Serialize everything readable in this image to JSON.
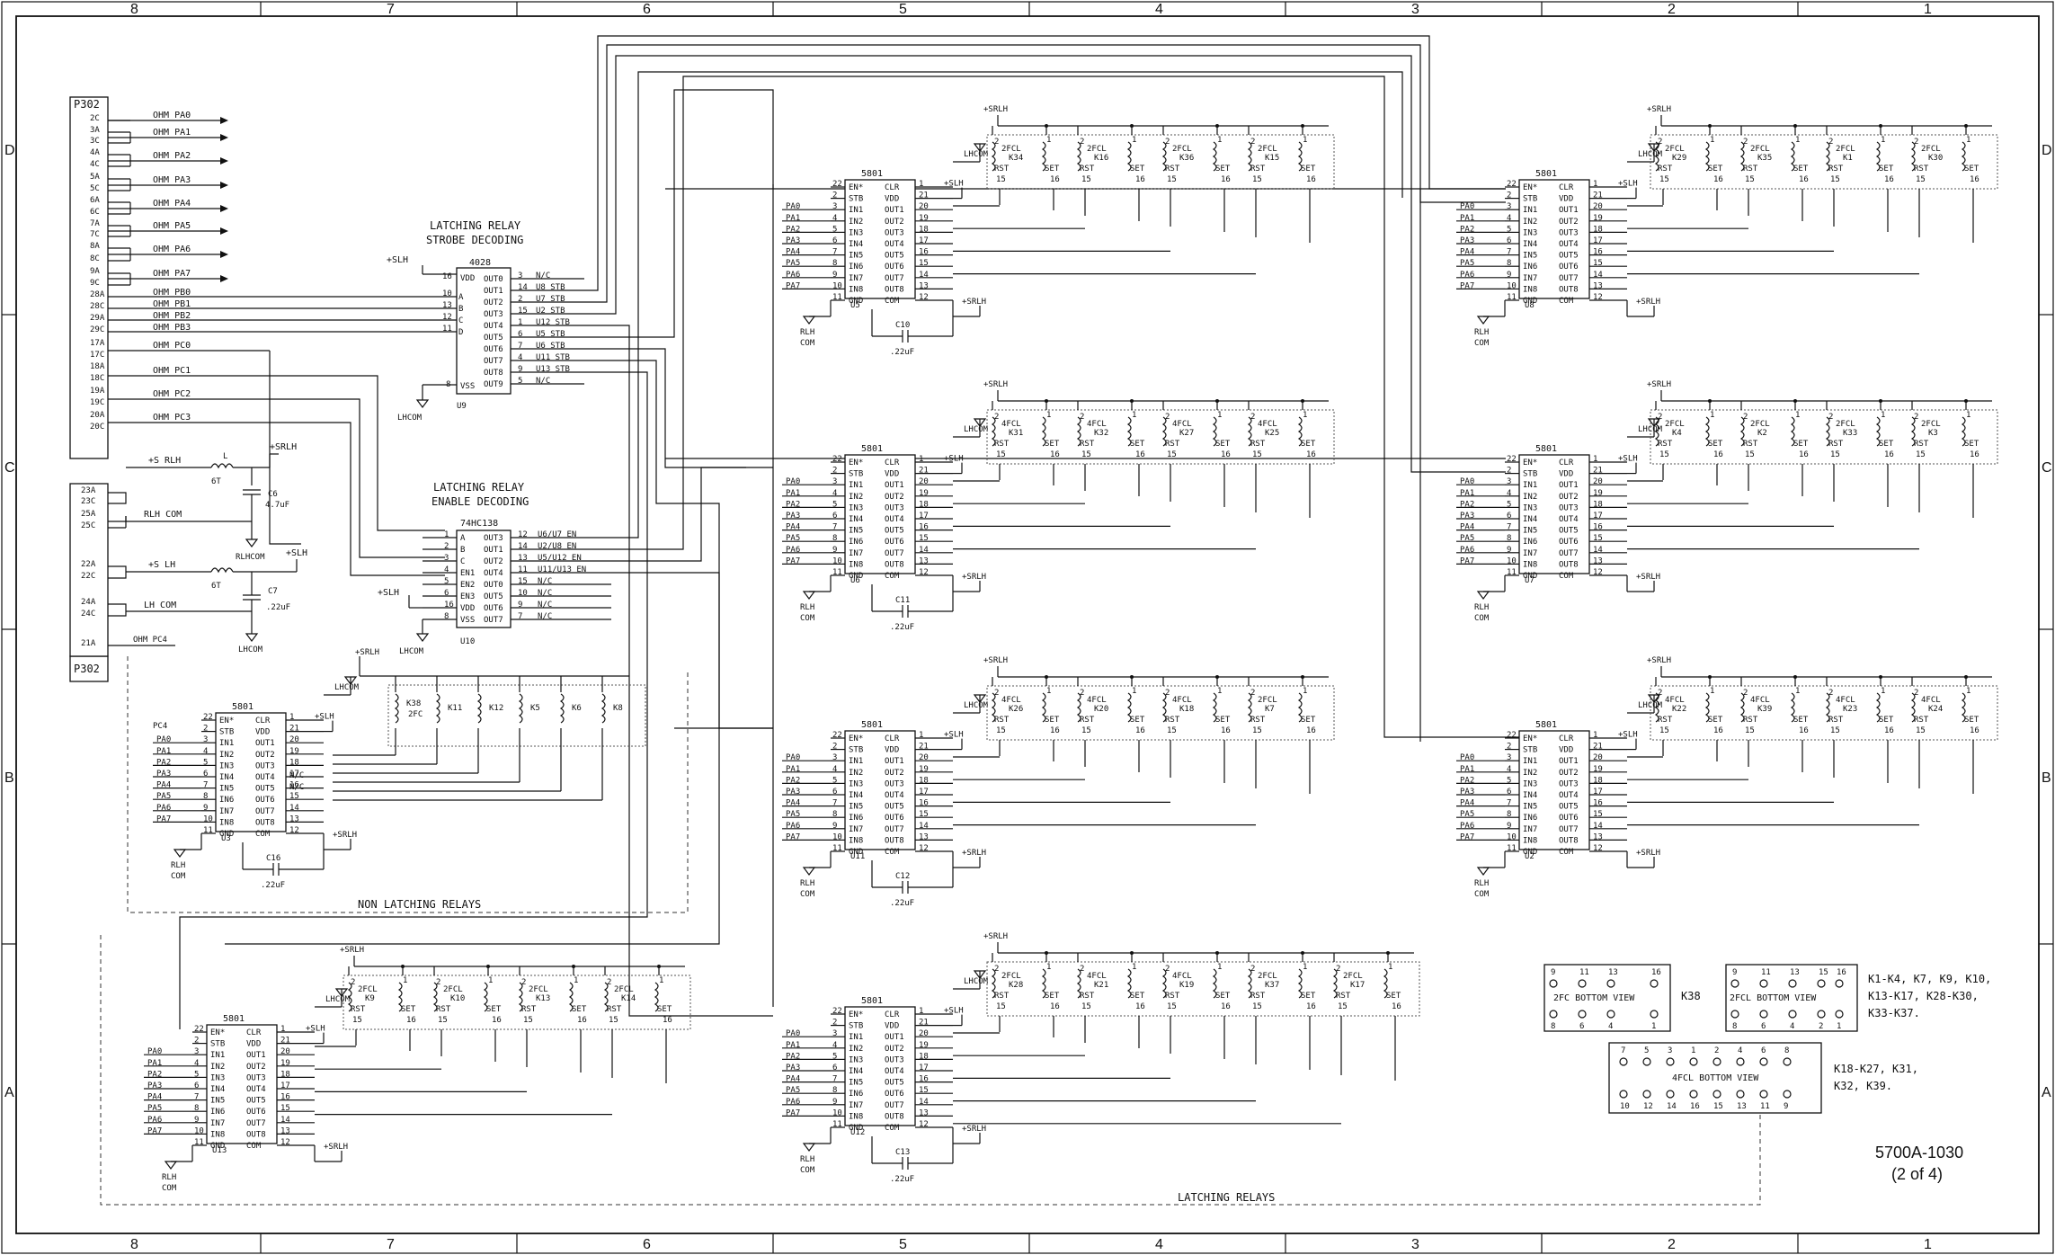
{
  "border": {
    "top_zones": [
      "8",
      "7",
      "6",
      "5",
      "4",
      "3",
      "2",
      "1"
    ],
    "bottom_zones": [
      "8",
      "7",
      "6",
      "5",
      "4",
      "3",
      "2",
      "1"
    ],
    "side_zones": [
      "D",
      "C",
      "B",
      "A"
    ]
  },
  "p302": {
    "label": "P302",
    "label_bottom": "P302",
    "pins": [
      "2C",
      "3A",
      "3C",
      "4A",
      "4C",
      "5A",
      "5C",
      "6A",
      "6C",
      "7A",
      "7C",
      "8A",
      "8C",
      "9A",
      "9C",
      "28A",
      "28C",
      "29A",
      "29C",
      "17A",
      "17C",
      "18A",
      "18C",
      "19A",
      "19C",
      "20A",
      "20C"
    ],
    "signals": [
      "OHM PA0",
      "OHM PA1",
      "OHM PA2",
      "OHM PA3",
      "OHM PA4",
      "OHM PA5",
      "OHM PA6",
      "OHM PA7",
      "OHM PB0",
      "OHM PB1",
      "OHM PB2",
      "OHM PB3",
      "OHM PC0",
      "OHM PC1",
      "OHM PC2",
      "OHM PC3"
    ]
  },
  "power_conn": {
    "pins": [
      "23A",
      "23C",
      "25A",
      "25C",
      "22A",
      "22C",
      "24A",
      "24C",
      "21A"
    ],
    "nets": [
      "+S RLH",
      "RLH COM",
      "+S LH",
      "LH COM",
      "OHM PC4"
    ],
    "l_label": "L",
    "turns": "6T",
    "c6": "C6",
    "c6_val": "4.7uF",
    "c7": "C7",
    "c7_val": ".22uF",
    "srlh": "+SRLH",
    "slh": "+SLH",
    "rlhcom": "RLHCOM",
    "lhcom": "LHCOM"
  },
  "strobe": {
    "title1": "LATCHING RELAY",
    "title2": "STROBE DECODING",
    "part": "4028",
    "ref": "U9",
    "vdd": "VDD",
    "vss": "VSS",
    "inputs": [
      "A",
      "B",
      "C",
      "D"
    ],
    "in_pins": [
      "10",
      "13",
      "12",
      "11"
    ],
    "outputs": [
      "OUT0",
      "OUT1",
      "OUT2",
      "OUT3",
      "OUT4",
      "OUT5",
      "OUT6",
      "OUT7",
      "OUT8",
      "OUT9"
    ],
    "out_pins": [
      "3",
      "14",
      "2",
      "15",
      "1",
      "6",
      "7",
      "4",
      "9",
      "5"
    ],
    "out_nets": [
      "N/C",
      "U8 STB",
      "U7 STB",
      "U2 STB",
      "U12 STB",
      "U5 STB",
      "U6 STB",
      "U11 STB",
      "U13 STB",
      "N/C"
    ],
    "pin16": "16",
    "pin8": "8",
    "supply": "+SLH",
    "gnd": "LHCOM"
  },
  "enable": {
    "title1": "LATCHING RELAY",
    "title2": "ENABLE DECODING",
    "part": "74HC138",
    "ref": "U10",
    "inputs": [
      "A",
      "B",
      "C",
      "EN1",
      "EN2",
      "EN3",
      "VDD",
      "VSS"
    ],
    "in_pins": [
      "1",
      "2",
      "3",
      "4",
      "5",
      "6",
      "16",
      "8"
    ],
    "outputs": [
      "OUT3",
      "OUT1",
      "OUT2",
      "OUT4",
      "OUT0",
      "OUT5",
      "OUT6",
      "OUT7"
    ],
    "out_pins": [
      "12",
      "14",
      "13",
      "11",
      "15",
      "10",
      "9",
      "7"
    ],
    "out_nets": [
      "U6/U7 EN",
      "U2/U8 EN",
      "U5/U12 EN",
      "U11/U13 EN",
      "N/C",
      "N/C",
      "N/C",
      "N/C"
    ],
    "supply": "+SLH",
    "gnd": "LHCOM"
  },
  "driver": {
    "part": "5801",
    "left_pins": [
      "22",
      "2",
      "3",
      "4",
      "5",
      "6",
      "7",
      "8",
      "9",
      "10",
      "11"
    ],
    "left_names": [
      "EN*",
      "STB",
      "IN1",
      "IN2",
      "IN3",
      "IN4",
      "IN5",
      "IN6",
      "IN7",
      "IN8",
      "GND"
    ],
    "right_names": [
      "CLR",
      "VDD",
      "OUT1",
      "OUT2",
      "OUT3",
      "OUT4",
      "OUT5",
      "OUT6",
      "OUT7",
      "OUT8",
      "COM"
    ],
    "right_pins": [
      "1",
      "21",
      "20",
      "19",
      "18",
      "17",
      "16",
      "15",
      "14",
      "13",
      "12"
    ],
    "pa": [
      "PA0",
      "PA1",
      "PA2",
      "PA3",
      "PA4",
      "PA5",
      "PA6",
      "PA7"
    ],
    "supply": "+SLH",
    "srlh": "+SRLH",
    "rlh": "RLH",
    "com": "COM",
    "lhcom": "LHCOM",
    "cval": ".22uF"
  },
  "drivers": [
    {
      "ref": "U5",
      "cap": "C10"
    },
    {
      "ref": "U6",
      "cap": "C11"
    },
    {
      "ref": "U11",
      "cap": "C12"
    },
    {
      "ref": "U12",
      "cap": "C13"
    },
    {
      "ref": "U8",
      "cap": ""
    },
    {
      "ref": "U7",
      "cap": ""
    },
    {
      "ref": "U2",
      "cap": ""
    },
    {
      "ref": "U3",
      "cap": "C16"
    },
    {
      "ref": "U13",
      "cap": ""
    }
  ],
  "relay_pins": {
    "rst": "RST",
    "set": "SET",
    "p15": "15",
    "p16": "16",
    "p2": "2",
    "p1": "1"
  },
  "relay_groups": [
    {
      "types": [
        "2FCL",
        "2FCL",
        "2FCL",
        "2FCL"
      ],
      "refs": [
        "K34",
        "K16",
        "K36",
        "K15"
      ]
    },
    {
      "types": [
        "4FCL",
        "4FCL",
        "4FCL",
        "4FCL"
      ],
      "refs": [
        "K31",
        "K32",
        "K27",
        "K25"
      ]
    },
    {
      "types": [
        "4FCL",
        "4FCL",
        "4FCL",
        "2FCL"
      ],
      "refs": [
        "K26",
        "K20",
        "K18",
        "K7"
      ]
    },
    {
      "types": [
        "2FCL",
        "4FCL",
        "4FCL",
        "2FCL",
        "2FCL"
      ],
      "refs": [
        "K28",
        "K21",
        "K19",
        "K37",
        "K17"
      ]
    },
    {
      "types": [
        "2FCL",
        "2FCL",
        "2FCL",
        "2FCL"
      ],
      "refs": [
        "K29",
        "K35",
        "K1",
        "K30"
      ]
    },
    {
      "types": [
        "2FCL",
        "2FCL",
        "2FCL",
        "2FCL"
      ],
      "refs": [
        "K4",
        "K2",
        "K33",
        "K3"
      ]
    },
    {
      "types": [
        "4FCL",
        "4FCL",
        "4FCL",
        "4FCL"
      ],
      "refs": [
        "K22",
        "K39",
        "K23",
        "K24"
      ]
    },
    {
      "types": [
        "2FCL",
        "2FCL",
        "2FCL",
        "2FCL"
      ],
      "refs": [
        "K9",
        "K10",
        "K13",
        "K14"
      ]
    }
  ],
  "nonlatch": {
    "relays": [
      "K38",
      "K11",
      "K12",
      "K5",
      "K6",
      "K8"
    ],
    "k38_type": "2FC",
    "out_nc": "N/C",
    "pc4": "PC4",
    "label": "NON LATCHING RELAYS"
  },
  "latch_label": "LATCHING RELAYS",
  "views": {
    "v1_title": "2FC BOTTOM VIEW",
    "v1_top": [
      "9",
      "11",
      "13",
      "16"
    ],
    "v1_bot": [
      "8",
      "6",
      "4",
      "1"
    ],
    "v1_tag": "K38",
    "v2_title": "2FCL BOTTOM VIEW",
    "v2_top": [
      "9",
      "11",
      "13",
      "15",
      "16"
    ],
    "v2_bot": [
      "8",
      "6",
      "4",
      "2",
      "1"
    ],
    "v2_note": [
      "K1-K4, K7, K9, K10,",
      "K13-K17, K28-K30,",
      "K33-K37."
    ],
    "v3_title": "4FCL BOTTOM VIEW",
    "v3_top": [
      "7",
      "5",
      "3",
      "1",
      "2",
      "4",
      "6",
      "8"
    ],
    "v3_bot": [
      "10",
      "12",
      "14",
      "16",
      "15",
      "13",
      "11",
      "9"
    ],
    "v3_note": [
      "K18-K27, K31,",
      "K32, K39."
    ]
  },
  "doc_number": "5700A-1030",
  "sheet": "(2 of 4)"
}
